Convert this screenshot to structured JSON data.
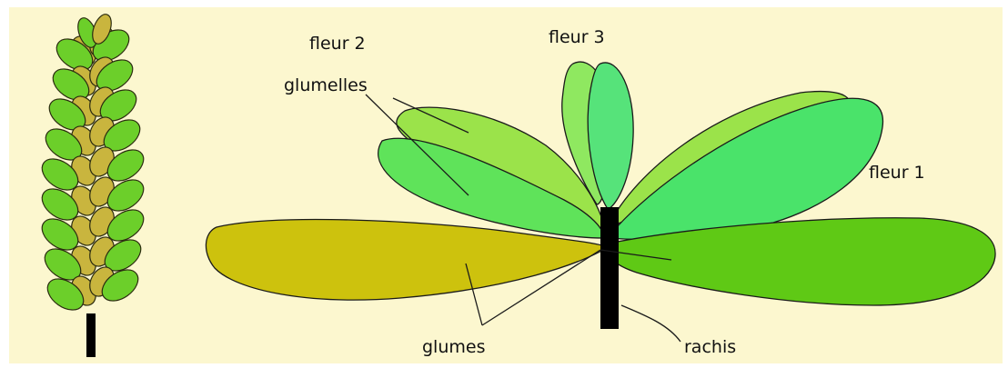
{
  "labels": {
    "fleur_2": "fleur 2",
    "fleur_3": "fleur 3",
    "fleur_1": "fleur 1",
    "glumelles": "glumelles",
    "glumes": "glumes",
    "rachis": "rachis"
  },
  "colors": {
    "background": "#fcf7cf",
    "glume_left": "#cdc20d",
    "glume_right": "#5fc915",
    "palea_light": "#9be34a",
    "lemma_mid": "#5fe35a",
    "lemma_bright": "#4ae36a",
    "rachis": "#000000",
    "spike_green": "#6ccf2a",
    "spike_gold": "#c9b53e"
  }
}
